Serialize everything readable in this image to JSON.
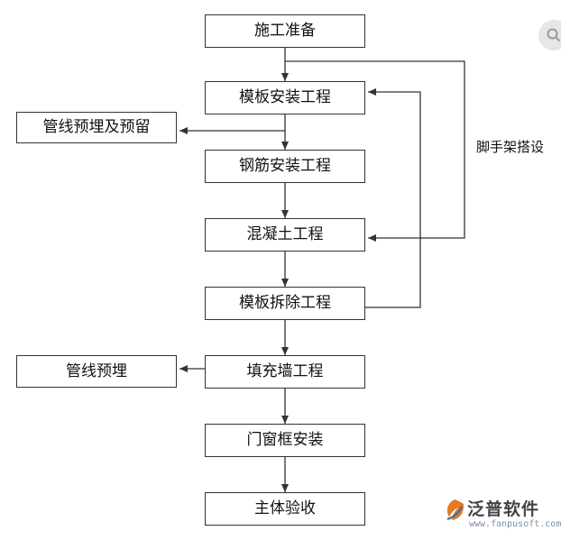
{
  "flowchart": {
    "steps": [
      "施工准备",
      "模板安装工程",
      "钢筋安装工程",
      "混凝土工程",
      "模板拆除工程",
      "填充墙工程",
      "门窗框安装",
      "主体验收"
    ],
    "side_boxes": [
      "管线预埋及预留",
      "管线预埋"
    ],
    "side_label": "脚手架搭设"
  },
  "watermark": {
    "brand": "泛普软件",
    "url": "www.fanpusoft.com"
  },
  "colors": {
    "line": "#333333",
    "box_border": "#333333",
    "text": "#111111"
  }
}
